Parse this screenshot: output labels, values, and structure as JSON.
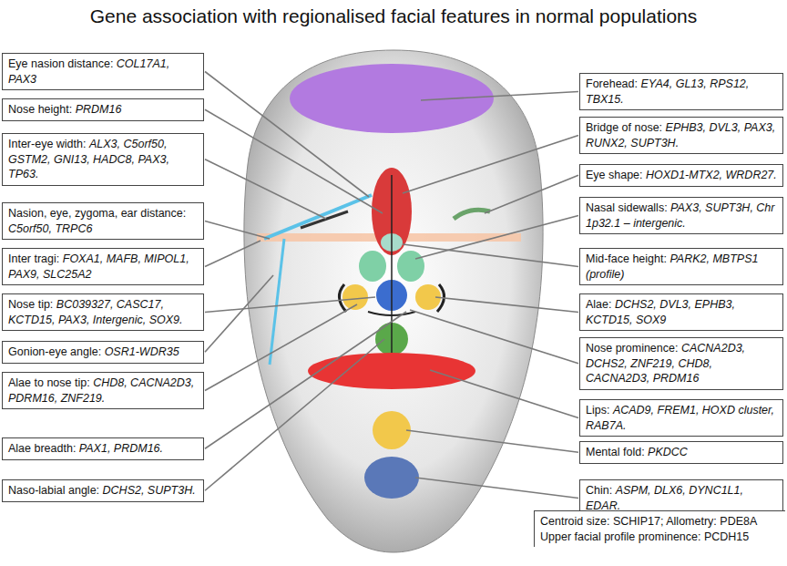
{
  "diagram": {
    "title": "Gene association with regionalised facial features in normal populations",
    "nodes": [
      {
        "text": [
          "Eye nasion distance: COL17A1, PAX3"
        ]
      },
      {
        "text": [
          "Nose height: PRDM16"
        ]
      },
      {
        "text": [
          "Inter-eye width: ALX3, C5orf50, GSTM2, GNI13, HADC8, PAX3, TP63."
        ]
      },
      {
        "text": [
          "Nasion, eye, zygoma, ear distance: C5orf50, TRPC6"
        ]
      },
      {
        "text": [
          "Inter tragi: FOXA1, MAFB, MIPOL1, PAX9, SLC25A2"
        ]
      },
      {
        "text": [
          "Nose tip: BC039327, CASC17, KCTD15, PAX3, Intergenic, SOX9."
        ]
      },
      {
        "text": [
          "Gonion-eye angle: OSR1-WDR35"
        ]
      },
      {
        "text": [
          "Alae to nose tip: CHD8, CACNA2D3, PDRM16, ZNF219."
        ]
      },
      {
        "text": [
          "Alae breadth: PAX1, PRDM16."
        ]
      },
      {
        "text": [
          "Naso-labial angle: DCHS2, SUPT3H."
        ]
      },
      {
        "text": [
          "Forehead: EYA4, GL13, RPS12, TBX15."
        ]
      },
      {
        "text": [
          "Bridge of nose: EPHB3, DVL3, PAX3, RUNX2, SUPT3H."
        ]
      },
      {
        "text": [
          "Eye shape: HOXD1-MTX2, WRDR27."
        ]
      },
      {
        "text": [
          "Nasal sidewalls: PAX3, SUPT3H, Chr 1p32.1 – intergenic."
        ]
      },
      {
        "text": [
          "Mid-face height: PARK2, MBTPS1 (profile)"
        ]
      },
      {
        "text": [
          "Alae: DCHS2, DVL3, EPHB3, KCTD15, SOX9"
        ]
      },
      {
        "text": [
          "Nose prominence: CACNA2D3, DCHS2, ZNF219, CHD8, CACNA2D3, PRDM16"
        ]
      },
      {
        "text": [
          "Lips: ACAD9, FREM1, HOXD cluster, RAB7A."
        ]
      },
      {
        "text": [
          "Mental fold: PKDCC"
        ]
      },
      {
        "text": [
          "Chin: ASPM, DLX6, DYNC1L1, EDAR."
        ]
      },
      {
        "text": [
          "Centroid size: SCHIP17; Allometry: PDE8A Upper facial profile prominence: PCDH15"
        ]
      }
    ],
    "edges": []
  }
}
